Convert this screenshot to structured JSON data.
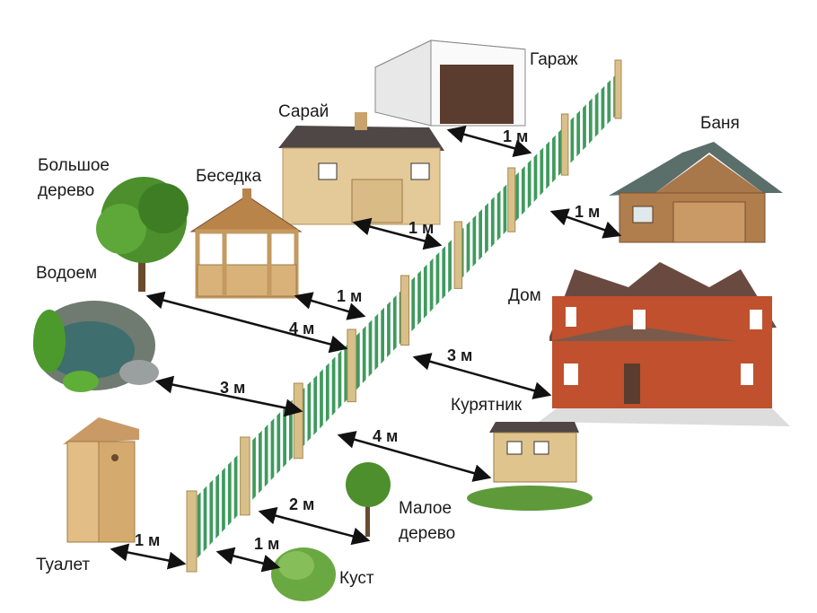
{
  "labels": {
    "garage": "Гараж",
    "shed": "Сарай",
    "bathhouse": "Баня",
    "big_tree_line1": "Большое",
    "big_tree_line2": "дерево",
    "gazebo": "Беседка",
    "pond": "Водоем",
    "house": "Дом",
    "chicken_coop": "Курятник",
    "toilet": "Туалет",
    "small_tree_line1": "Малое",
    "small_tree_line2": "дерево",
    "bush": "Куст"
  },
  "distances": {
    "garage": "1 м",
    "bathhouse": "1 м",
    "shed": "1 м",
    "gazebo": "1 м",
    "big_tree": "4 м",
    "house": "3 м",
    "pond": "3 м",
    "chicken_coop": "4 м",
    "small_tree": "2 м",
    "toilet": "1 м",
    "bush": "1 м"
  },
  "colors": {
    "fence_picket": "#3f9a5e",
    "fence_post": "#d9c08a",
    "brick": "#c0502e",
    "roof": "#5a4a42",
    "wood": "#e3c58f",
    "foliage": "#4c8f2c"
  }
}
